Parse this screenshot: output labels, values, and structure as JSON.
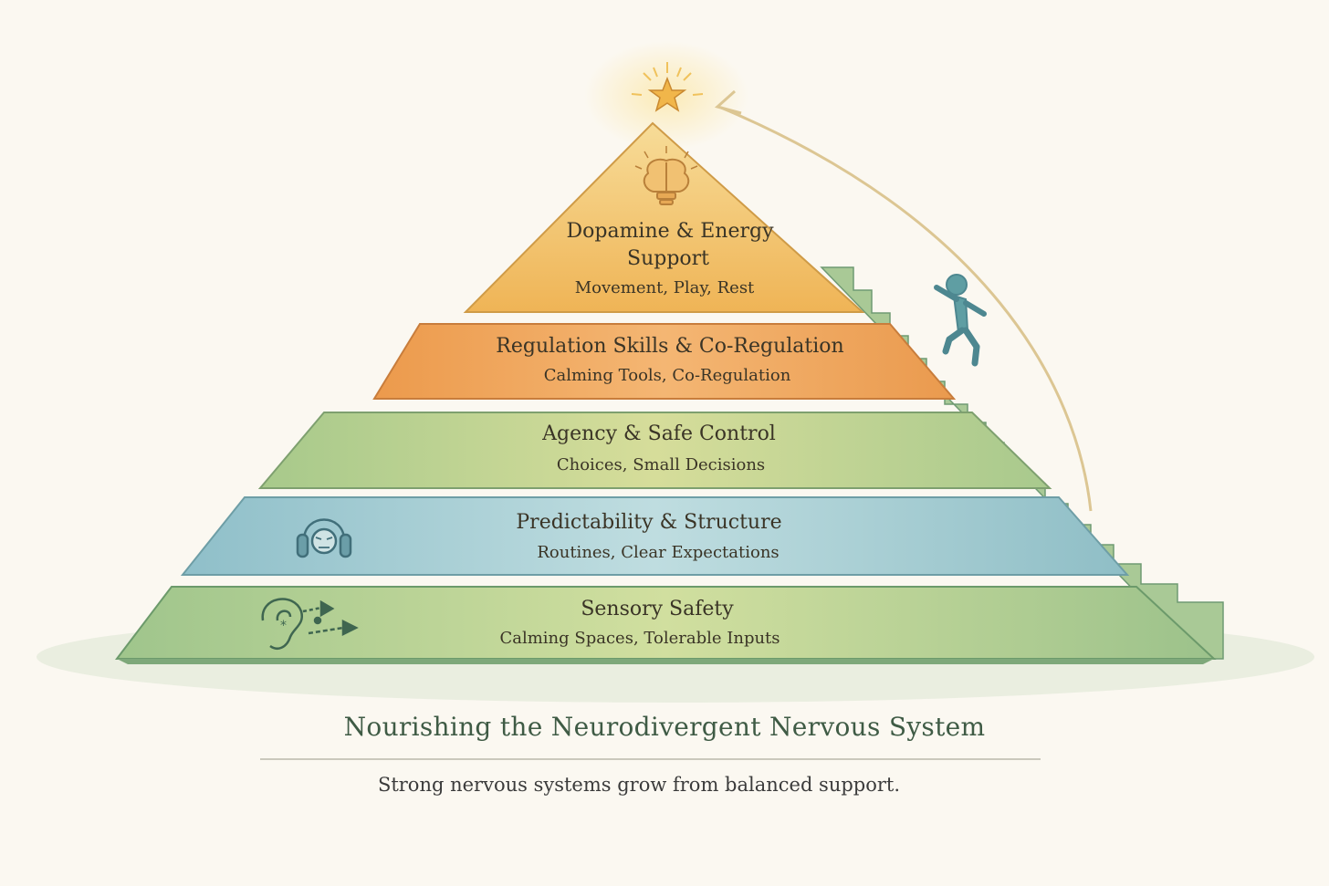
{
  "pyramid": {
    "tiers": [
      {
        "title_line1": "Dopamine & Energy",
        "title_line2": "Support",
        "subtitle": "Movement, Play, Rest",
        "color": "#f3c46c"
      },
      {
        "title": "Regulation Skills & Co-Regulation",
        "subtitle": "Calming Tools, Co-Regulation",
        "color": "#f0a45a"
      },
      {
        "title": "Agency & Safe Control",
        "subtitle": "Choices, Small Decisions",
        "color": "#b7cf8d"
      },
      {
        "title": "Predictability & Structure",
        "subtitle": "Routines, Clear Expectations",
        "color": "#a9d0d6"
      },
      {
        "title": "Sensory Safety",
        "subtitle": "Calming Spaces, Tolerable Inputs",
        "color": "#b9d393"
      }
    ],
    "icons": [
      "brain-lightbulb-icon",
      "headphones-person-icon",
      "ear-sound-icon",
      "star-icon",
      "climbing-person-icon",
      "stairs"
    ]
  },
  "caption": {
    "title": "Nourishing the Neurodivergent Nervous System",
    "subtitle": "Strong nervous systems grow from  balanced support."
  }
}
